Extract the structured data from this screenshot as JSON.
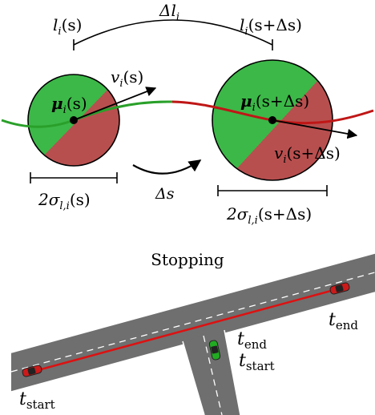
{
  "top": {
    "l_s": "l",
    "l_s_sub": "i",
    "l_s_arg": "(s)",
    "delta_l": "Δl",
    "delta_l_sub": "i",
    "l_s_ds": "l",
    "l_s_ds_sub": "i",
    "l_s_ds_arg": "(s+Δs)",
    "v_s": "v",
    "v_s_sub": "i",
    "v_s_arg": "(s)",
    "mu_s": "μ",
    "mu_s_sub": "i",
    "mu_s_arg": "(s)",
    "mu_s_ds": "μ",
    "mu_s_ds_sub": "i",
    "mu_s_ds_arg": "(s+Δs)",
    "v_s_ds": "v",
    "v_s_ds_sub": "i",
    "v_s_ds_arg": "(s+Δs)",
    "delta_s": "Δs",
    "sigma_left_pre": "2σ",
    "sigma_left_sub": "l,i",
    "sigma_left_arg": "(s)",
    "sigma_right_pre": "2σ",
    "sigma_right_sub": "l,i",
    "sigma_right_arg": "(s+Δs)",
    "colors": {
      "green": "#3cb848",
      "red": "#b84f4f",
      "curve_green": "#2aa02a",
      "curve_red": "#c01616"
    }
  },
  "bottom": {
    "title": "Stopping",
    "t": "t",
    "t_end_sub": "end",
    "t_start_sub": "start",
    "colors": {
      "road": "#6f6f6f",
      "path": "#dd1111",
      "car_red": "#cc1a1a",
      "car_green": "#22aa22"
    }
  }
}
